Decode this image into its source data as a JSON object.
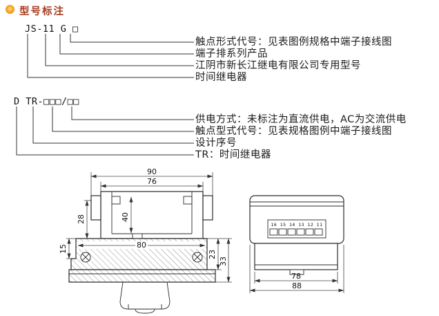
{
  "header": {
    "title": "型号标注"
  },
  "model1": {
    "code": "JS-11 G □",
    "labels": [
      "触点形式代号：见表图例规格中端子接线图",
      "端子排系列产品",
      "江阴市新长江继电有限公司专用型号",
      "时间继电器"
    ]
  },
  "model2": {
    "code": "D TR-□□□/□□",
    "labels": [
      "供电方式：未标注为直流供电，AC为交流供电",
      "触点型式代号：见表规格图例中端子接线图",
      "设计序号",
      "TR：时间继电器"
    ]
  },
  "drawing": {
    "side_view": {
      "dims": {
        "w90": "90",
        "w76": "76",
        "h40": "40",
        "h28": "28",
        "h15": "15",
        "w80": "80",
        "h23": "23",
        "h33": "33"
      }
    },
    "front_view": {
      "terminal_numbers": "16 15 14 13 12 11",
      "dims": {
        "w78": "78",
        "w88": "88"
      }
    }
  }
}
